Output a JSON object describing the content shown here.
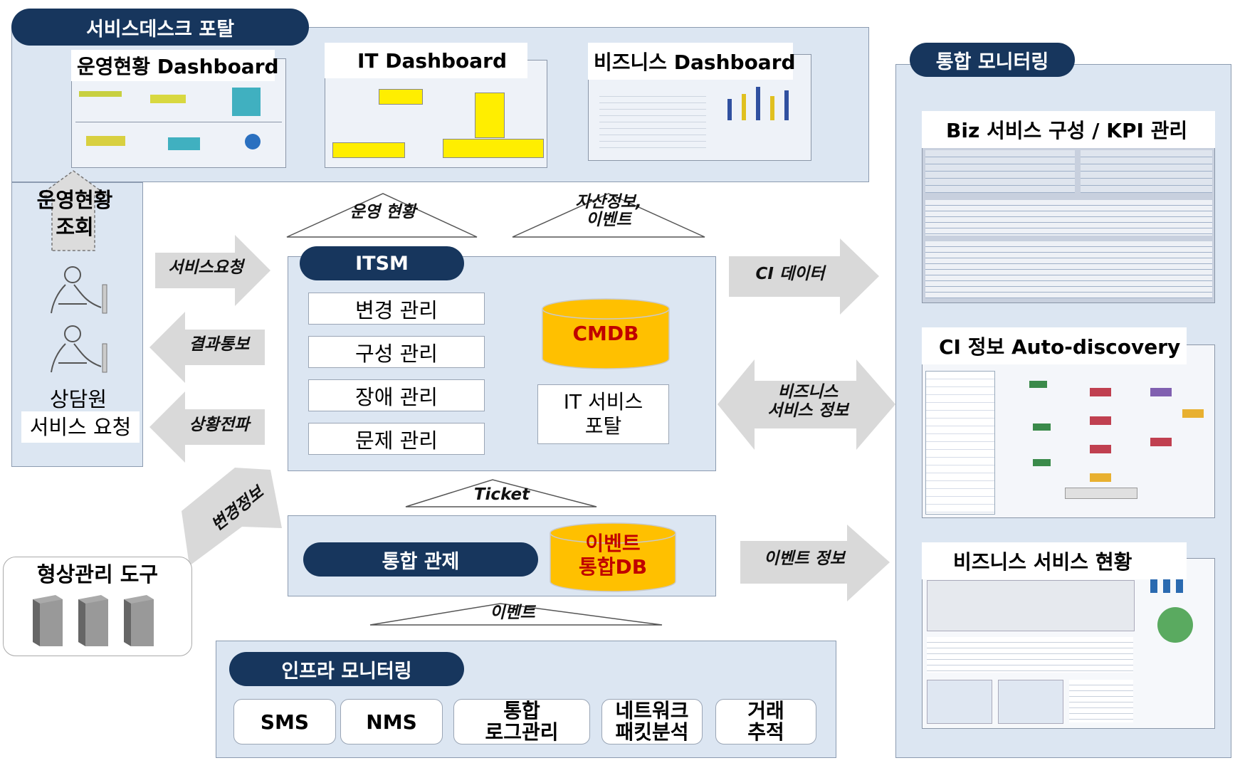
{
  "portal": {
    "title": "서비스데스크 포탈",
    "dash_ops": "운영현황 Dashboard",
    "dash_it": "IT Dashboard",
    "dash_biz": "비즈니스 Dashboard"
  },
  "monitoring": {
    "title": "통합 모니터링",
    "kpi": "Biz 서비스 구성 / KPI 관리",
    "discovery": "CI 정보 Auto-discovery",
    "biz_status": "비즈니스 서비스 현황"
  },
  "left": {
    "view_line1": "운영현황",
    "view_line2": "조회",
    "agent": "상담원",
    "service_request": "서비스 요청"
  },
  "arrows": {
    "service_req": "서비스요청",
    "result": "결과통보",
    "propagation": "상황전파",
    "change_info": "변경정보",
    "ops_status": "운영 현황",
    "asset_line1": "자산정보,",
    "asset_line2": "이벤트",
    "ci_data": "CI 데이터",
    "biz_info_line1": "비즈니스",
    "biz_info_line2": "서비스 정보",
    "event_info": "이벤트 정보",
    "ticket": "Ticket",
    "event": "이벤트"
  },
  "itsm": {
    "title": "ITSM",
    "change": "변경 관리",
    "config": "구성 관리",
    "incident": "장애 관리",
    "problem": "문제 관리",
    "cmdb": "CMDB",
    "portal_line1": "IT 서비스",
    "portal_line2": "포탈"
  },
  "control": {
    "title": "통합 관제",
    "db_line1": "이벤트",
    "db_line2": "통합DB"
  },
  "config_tool": {
    "title": "형상관리 도구"
  },
  "infra": {
    "title": "인프라 모니터링",
    "sms": "SMS",
    "nms": "NMS",
    "log_line1": "통합",
    "log_line2": "로그관리",
    "packet_line1": "네트워크",
    "packet_line2": "패킷분석",
    "trace_line1": "거래",
    "trace_line2": "추적"
  },
  "colors": {
    "navy": "#17365d",
    "panel": "#dce6f2",
    "db_fill": "#ffc000",
    "db_text": "#c00000",
    "arrow": "#d9d9d9"
  }
}
